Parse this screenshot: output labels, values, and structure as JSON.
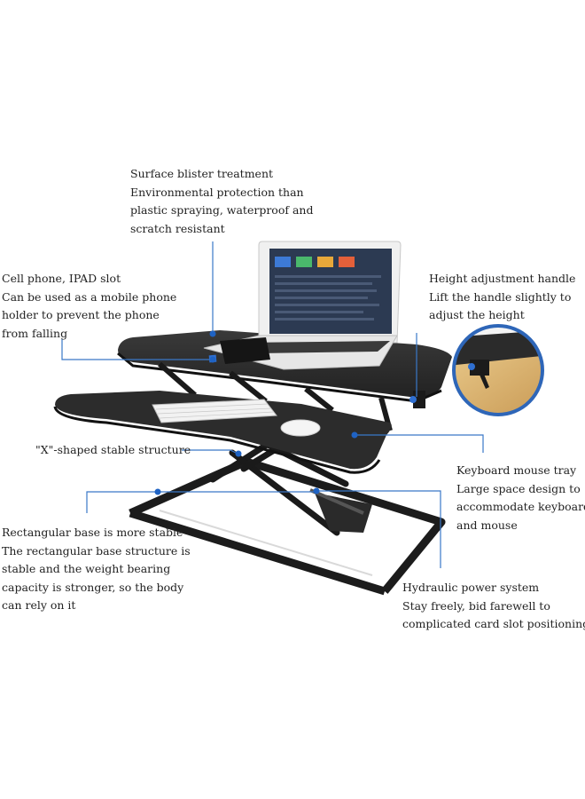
{
  "callouts": {
    "surface": {
      "lines": [
        "Surface blister treatment",
        "Environmental protection than",
        "plastic spraying, waterproof and",
        "scratch resistant"
      ]
    },
    "phone_slot": {
      "lines": [
        "Cell phone, IPAD slot",
        "Can be used as a mobile phone",
        "holder to prevent the phone",
        "from falling"
      ]
    },
    "height_handle": {
      "lines": [
        "Height adjustment handle",
        "Lift the handle slightly to",
        "adjust the height"
      ]
    },
    "x_structure": {
      "lines": [
        "\"X\"-shaped stable structure"
      ]
    },
    "keyboard_tray": {
      "lines": [
        "Keyboard mouse tray",
        "Large space design to",
        "accommodate keyboard",
        "and mouse"
      ]
    },
    "base": {
      "lines": [
        "Rectangular base is more stable",
        "The rectangular base structure is",
        "stable and the weight bearing",
        "capacity is stronger, so the body",
        "can rely on it"
      ]
    },
    "hydraulic": {
      "lines": [
        "Hydraulic power system",
        "Stay freely, bid farewell to",
        "complicated card slot positioning"
      ]
    }
  },
  "colors": {
    "leader_line": "#3a78c8",
    "dot": "#1f63c4",
    "desk": "#2b2b2b",
    "frame": "#1e1e1e",
    "laptop_screen": "#2c3a52"
  }
}
